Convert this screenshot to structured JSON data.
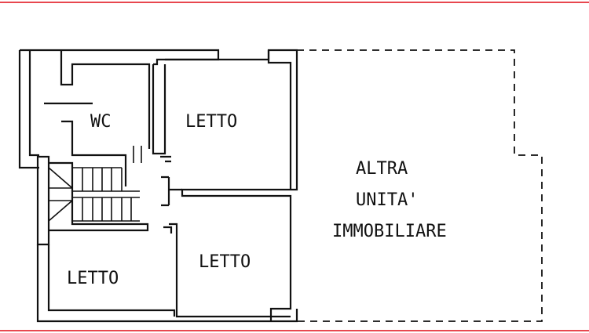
{
  "rooms": {
    "wc": "WC",
    "bedroom_top": "LETTO",
    "bedroom_mid": "LETTO",
    "bedroom_bottom_left": "LETTO",
    "other_unit_line1": "ALTRA",
    "other_unit_line2": "UNITA'",
    "other_unit_line3": "IMMOBILIARE"
  },
  "colors": {
    "frame_line": "#e8474f",
    "ink": "#111111",
    "background": "#ffffff"
  }
}
